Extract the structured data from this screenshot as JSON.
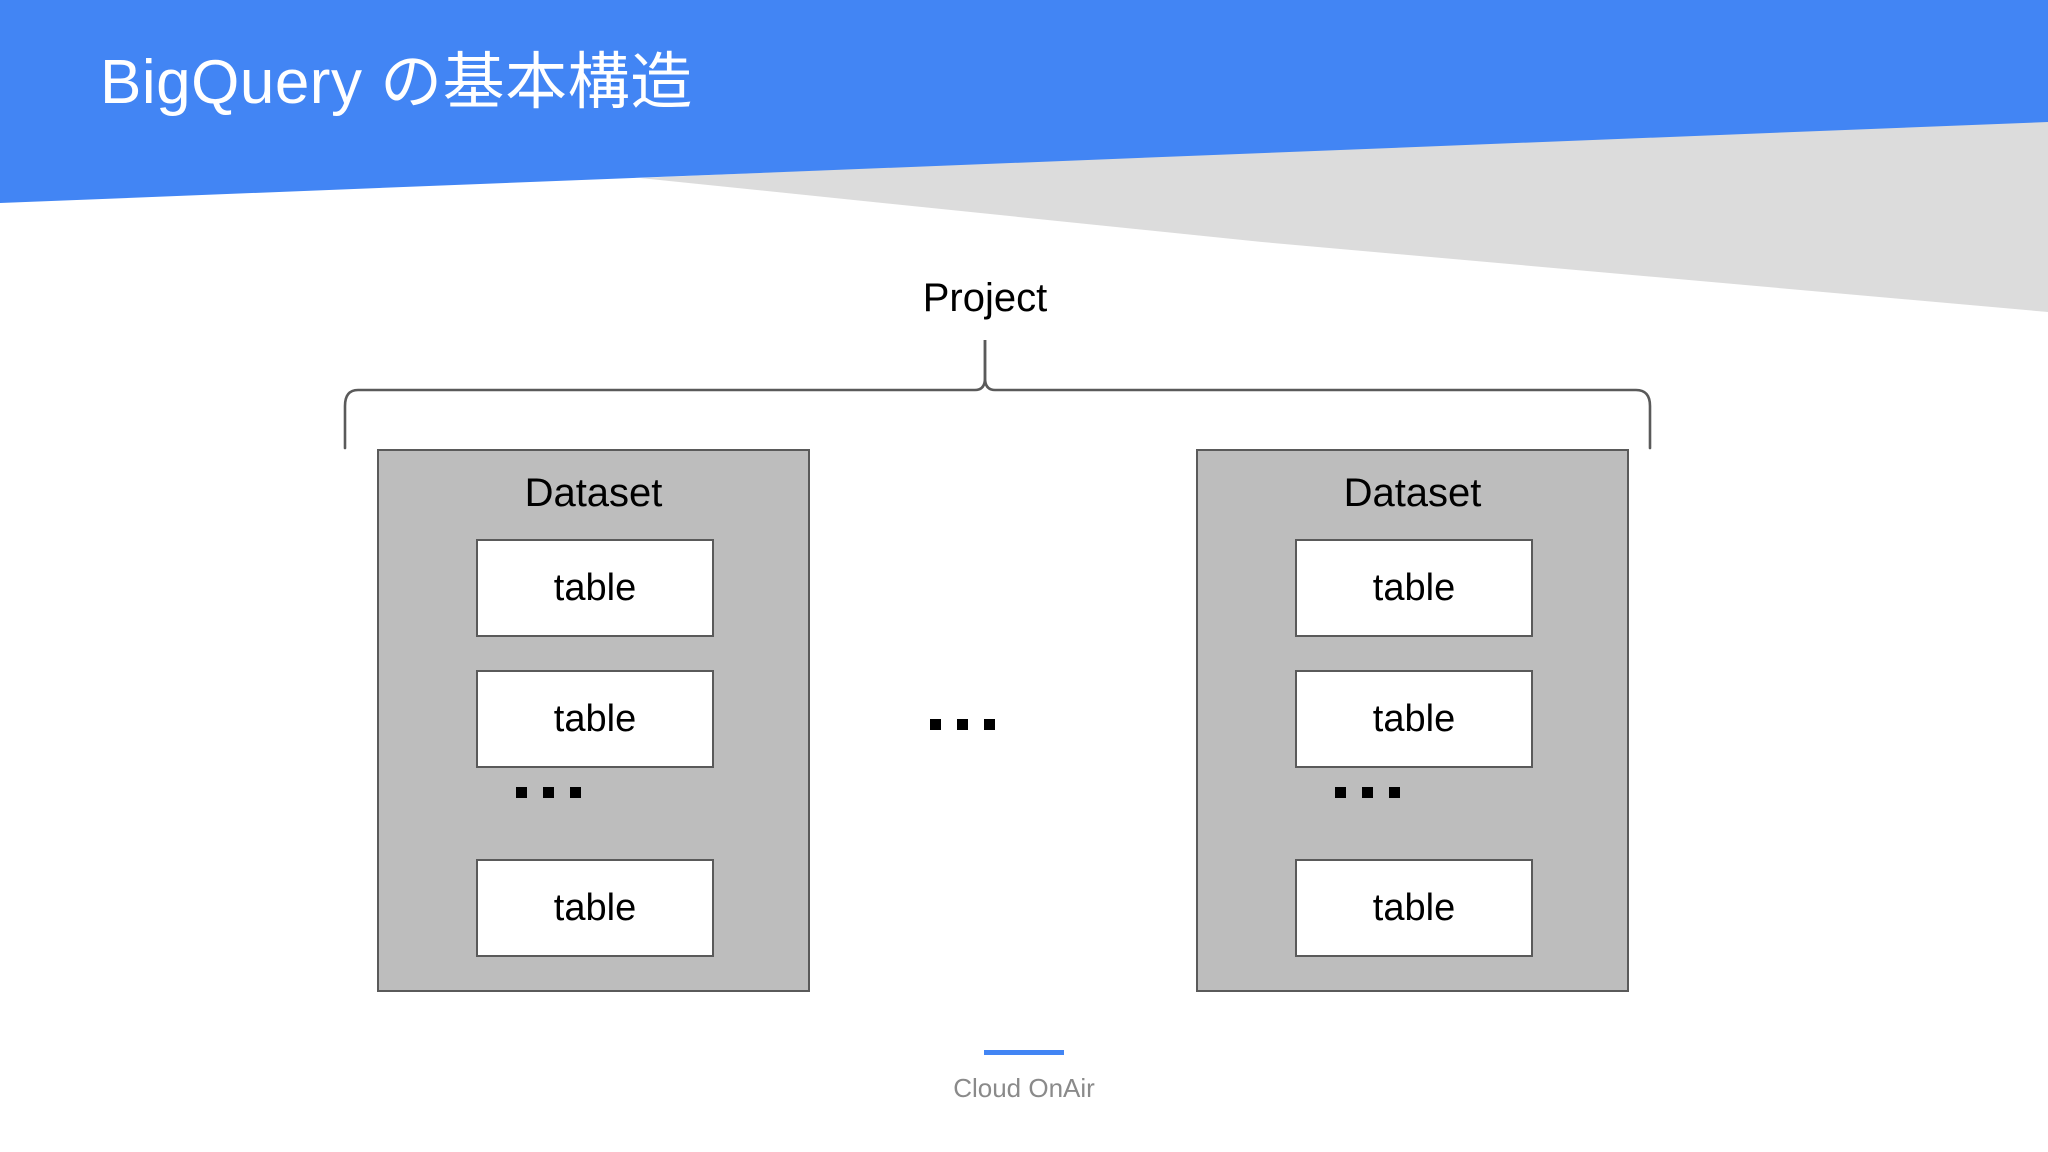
{
  "slide": {
    "title": "BigQuery の基本構造",
    "background_color": "#ffffff"
  },
  "header": {
    "band_color": "#4285f4",
    "wedge_color": "#dcdcdc",
    "title_color": "#ffffff"
  },
  "diagram": {
    "project_label": "Project",
    "brace_color": "#5a5a5a",
    "between_datasets_ellipsis": "...",
    "dataset_fill": "#bdbdbd",
    "dataset_border": "#5a5a5a",
    "table_fill": "#ffffff",
    "datasets": [
      {
        "label": "Dataset",
        "tables": [
          "table",
          "table",
          "table"
        ],
        "ellipsis": "..."
      },
      {
        "label": "Dataset",
        "tables": [
          "table",
          "table",
          "table"
        ],
        "ellipsis": "..."
      }
    ]
  },
  "footer": {
    "label": "Cloud OnAir",
    "bar_color": "#4285f4",
    "label_color": "#8a8a8a"
  }
}
